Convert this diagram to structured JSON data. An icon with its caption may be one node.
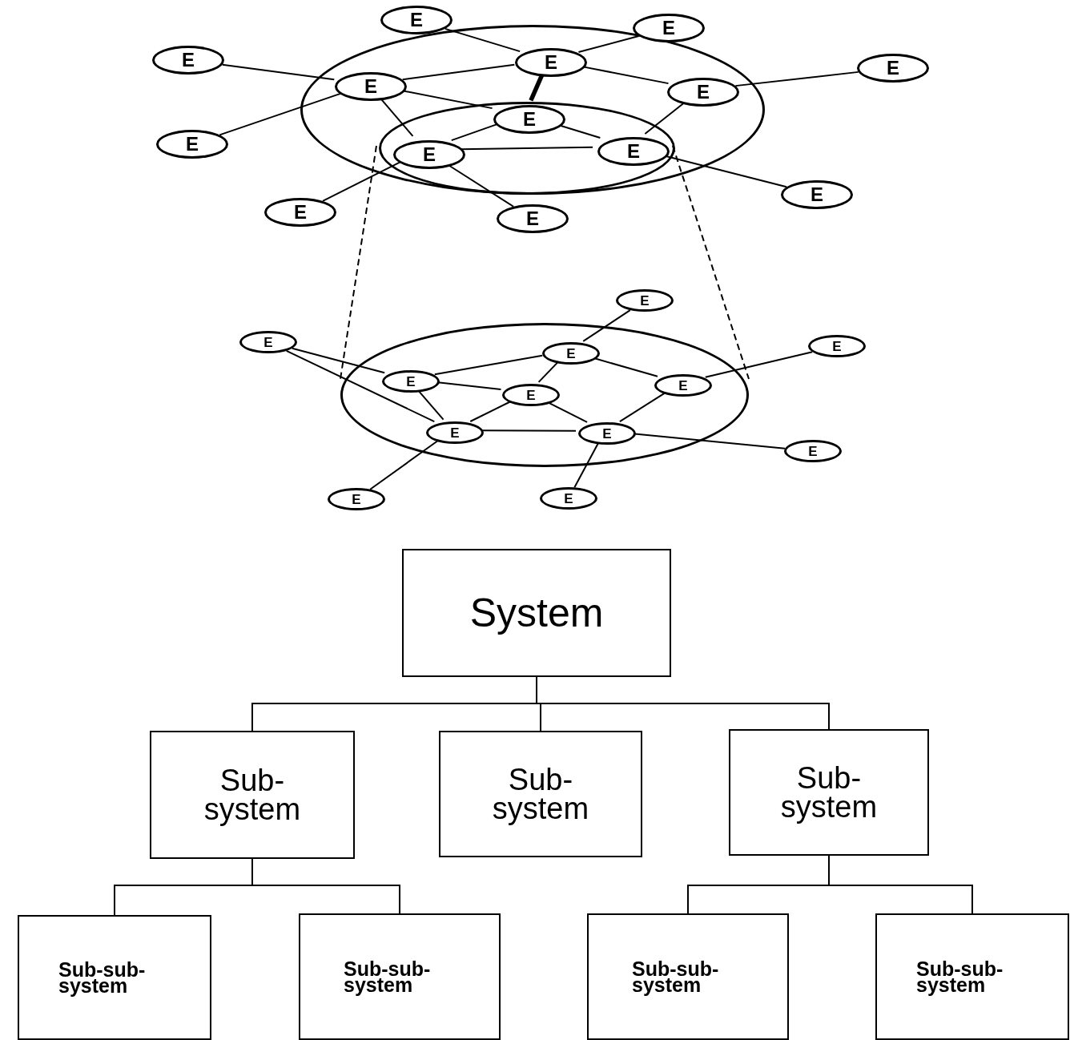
{
  "diagram": {
    "nodes": [
      {
        "text": [],
        "shape": "circle"
      },
      {
        "text": [],
        "shape": "circle",
        "in": 0
      },
      {
        "text": [
          "E"
        ]
      },
      {
        "text": [
          "E"
        ]
      },
      {
        "text": [
          "E"
        ]
      },
      {
        "text": [
          "E"
        ],
        "in": 0
      },
      {
        "text": [
          "E"
        ],
        "in": 0
      },
      {
        "text": [
          "E"
        ],
        "in": 0
      },
      {
        "text": [
          "E"
        ]
      },
      {
        "text": [
          "E"
        ],
        "in": 1
      },
      {
        "text": [
          "E"
        ]
      },
      {
        "text": [
          "E"
        ],
        "in": 1
      },
      {
        "text": [
          "E"
        ],
        "in": 1
      },
      {
        "text": [
          "E"
        ]
      },
      {
        "text": [
          "E"
        ]
      },
      {
        "text": [
          "E"
        ]
      },
      {
        "text": [],
        "shape": "circle"
      },
      {
        "text": [
          "E"
        ]
      },
      {
        "text": [
          "E"
        ]
      },
      {
        "text": [
          "E"
        ],
        "in": 16
      },
      {
        "text": [
          "E"
        ]
      },
      {
        "text": [
          "E"
        ],
        "in": 16
      },
      {
        "text": [
          "E"
        ],
        "in": 16
      },
      {
        "text": [
          "E"
        ],
        "in": 16
      },
      {
        "text": [
          "E"
        ],
        "in": 16
      },
      {
        "text": [
          "E"
        ],
        "in": 16
      },
      {
        "text": [
          "E"
        ]
      },
      {
        "text": [
          "E"
        ]
      },
      {
        "text": [
          "E"
        ]
      },
      {
        "text": [
          "System"
        ]
      },
      {
        "text": [
          "Sub- system"
        ]
      },
      {
        "text": [
          "Sub- system"
        ]
      },
      {
        "text": [
          "Sub- system"
        ]
      },
      {
        "text": [
          "Sub-sub- system"
        ]
      },
      {
        "text": [
          "Sub-sub- system"
        ]
      },
      {
        "text": [
          "Sub-sub- system"
        ]
      },
      {
        "text": [
          "Sub-sub- system"
        ]
      }
    ],
    "edges": [
      {
        "from": 2,
        "to": 5,
        "arrow": "none"
      },
      {
        "from": 3,
        "to": 5,
        "arrow": "none"
      },
      {
        "from": 4,
        "to": 6,
        "arrow": "none"
      },
      {
        "from": 6,
        "to": 5,
        "arrow": "none"
      },
      {
        "from": 5,
        "to": 9,
        "arrow": "none",
        "style": "thick"
      },
      {
        "from": 5,
        "to": 7,
        "arrow": "none"
      },
      {
        "from": 6,
        "to": 9,
        "arrow": "none"
      },
      {
        "from": 6,
        "to": 11,
        "arrow": "none"
      },
      {
        "from": 10,
        "to": 6,
        "arrow": "none"
      },
      {
        "from": 14,
        "to": 11,
        "arrow": "none"
      },
      {
        "from": 11,
        "to": 9,
        "arrow": "none"
      },
      {
        "from": 11,
        "to": 12,
        "arrow": "none"
      },
      {
        "from": 11,
        "to": 15,
        "arrow": "none"
      },
      {
        "from": 9,
        "to": 12,
        "arrow": "none"
      },
      {
        "from": 7,
        "to": 12,
        "arrow": "none"
      },
      {
        "from": 7,
        "to": 8,
        "arrow": "none"
      },
      {
        "from": 12,
        "to": 13,
        "arrow": "none"
      },
      {
        "from": 17,
        "to": 19,
        "arrow": "none"
      },
      {
        "from": 18,
        "to": 21,
        "arrow": "none"
      },
      {
        "from": 18,
        "to": 24,
        "arrow": "none"
      },
      {
        "from": 21,
        "to": 19,
        "arrow": "none"
      },
      {
        "from": 21,
        "to": 22,
        "arrow": "none"
      },
      {
        "from": 21,
        "to": 24,
        "arrow": "none"
      },
      {
        "from": 19,
        "to": 22,
        "arrow": "none"
      },
      {
        "from": 19,
        "to": 23,
        "arrow": "none"
      },
      {
        "from": 23,
        "to": 20,
        "arrow": "none"
      },
      {
        "from": 22,
        "to": 24,
        "arrow": "none"
      },
      {
        "from": 22,
        "to": 25,
        "arrow": "none"
      },
      {
        "from": 24,
        "to": 25,
        "arrow": "none"
      },
      {
        "from": 23,
        "to": 25,
        "arrow": "none"
      },
      {
        "from": 25,
        "to": 26,
        "arrow": "none"
      },
      {
        "from": 24,
        "to": 27,
        "arrow": "none"
      },
      {
        "from": 25,
        "to": 28,
        "arrow": "none"
      },
      {
        "from": 1,
        "to": 16,
        "arrow": "none",
        "style": "dashed"
      },
      {
        "from": 1,
        "to": 16,
        "arrow": "none",
        "style": "dashed"
      },
      {
        "from": 29,
        "to": 30,
        "arrow": "none"
      },
      {
        "from": 29,
        "to": 31,
        "arrow": "none"
      },
      {
        "from": 29,
        "to": 32,
        "arrow": "none"
      },
      {
        "from": 30,
        "to": 33,
        "arrow": "none"
      },
      {
        "from": 30,
        "to": 34,
        "arrow": "none"
      },
      {
        "from": 32,
        "to": 35,
        "arrow": "none"
      },
      {
        "from": 32,
        "to": 36,
        "arrow": "none"
      }
    ]
  }
}
